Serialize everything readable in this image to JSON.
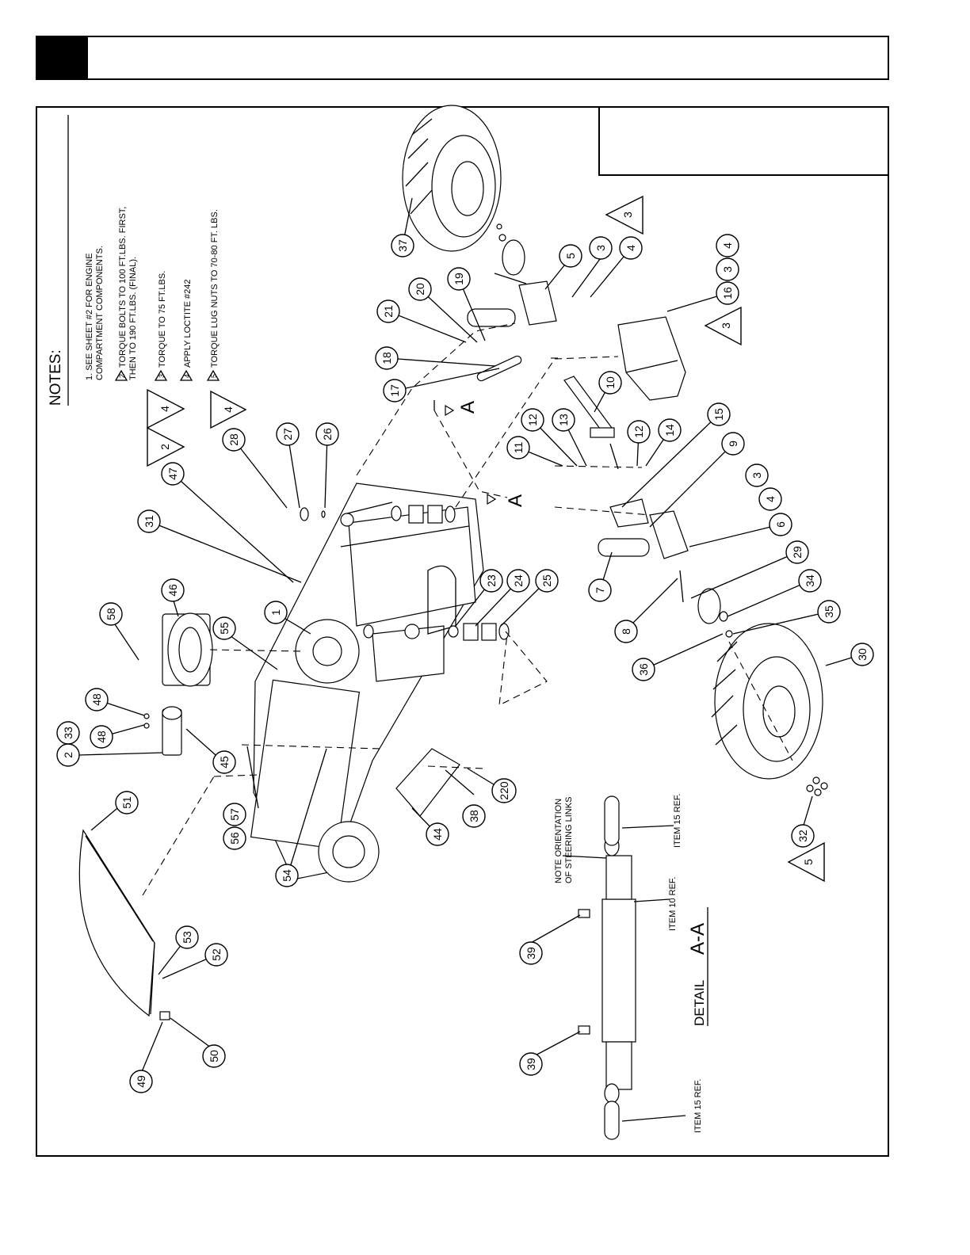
{
  "notes": {
    "heading": "NOTES:",
    "items": [
      "1. SEE SHEET #2 FOR ENGINE",
      "COMPARTMENT COMPONENTS.",
      "TORQUE BOLTS TO 100 FT.LBS. FIRST,",
      "THEN TO 190 FT.LBS. (FINAL).",
      "TORQUE TO 75 FT.LBS.",
      "APPLY LOCTITE #242",
      "TORQUE LUG NUTS TO 70-80 FT. LBS."
    ],
    "flags": [
      "2",
      "3",
      "4",
      "5"
    ]
  },
  "detail": {
    "title": "DETAIL",
    "section": "A-A",
    "note_line1": "NOTE ORIENTATION",
    "note_line2": "OF STEERING LINKS",
    "item15_ref": "ITEM 15 REF.",
    "item10_ref": "ITEM 10 REF."
  },
  "section_marker": "A",
  "callouts": [
    "1",
    "2",
    "3",
    "4",
    "5",
    "6",
    "7",
    "8",
    "9",
    "10",
    "11",
    "12",
    "13",
    "14",
    "15",
    "16",
    "17",
    "18",
    "19",
    "20",
    "21",
    "23",
    "24",
    "25",
    "26",
    "27",
    "28",
    "29",
    "30",
    "31",
    "32",
    "33",
    "34",
    "35",
    "36",
    "37",
    "38",
    "39",
    "44",
    "45",
    "46",
    "47",
    "48",
    "49",
    "50",
    "51",
    "52",
    "53",
    "54",
    "55",
    "56",
    "57",
    "58",
    "220"
  ]
}
